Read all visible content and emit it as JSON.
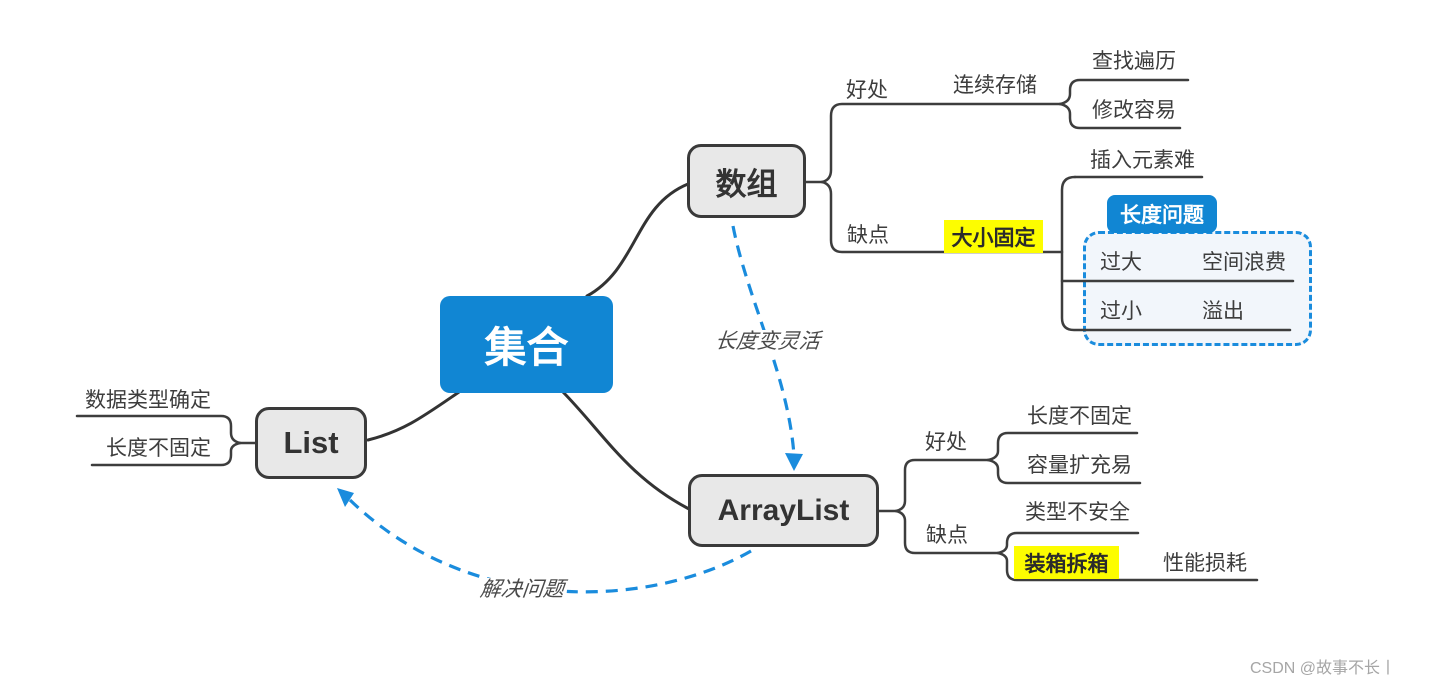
{
  "root": {
    "label": "集合"
  },
  "array": {
    "label": "数组",
    "pros": {
      "label": "好处",
      "child": "连续存储",
      "leaves": [
        "查找遍历",
        "修改容易"
      ]
    },
    "cons": {
      "label": "缺点",
      "highlight": "大小固定",
      "leaf": "插入元素难",
      "group": {
        "label": "长度问题",
        "rows": [
          {
            "case": "过大",
            "result": "空间浪费"
          },
          {
            "case": "过小",
            "result": "溢出"
          }
        ]
      }
    }
  },
  "list": {
    "label": "List",
    "leaves": [
      "数据类型确定",
      "长度不固定"
    ]
  },
  "arraylist": {
    "label": "ArrayList",
    "pros": {
      "label": "好处",
      "leaves": [
        "长度不固定",
        "容量扩充易"
      ]
    },
    "cons": {
      "label": "缺点",
      "leaf": "类型不安全",
      "highlight": "装箱拆箱",
      "result": "性能损耗"
    }
  },
  "arrows": [
    {
      "label": "长度变灵活"
    },
    {
      "label": "解决问题"
    }
  ],
  "watermark": "CSDN @故事不长丨",
  "colors": {
    "accent_blue": "#1186d3",
    "dash_blue": "#1a8cdd",
    "highlight_yellow": "#fdfd00",
    "node_fill": "#e8e8e8",
    "node_border": "#3a3a3a",
    "line_dark": "#3d3d3d"
  }
}
